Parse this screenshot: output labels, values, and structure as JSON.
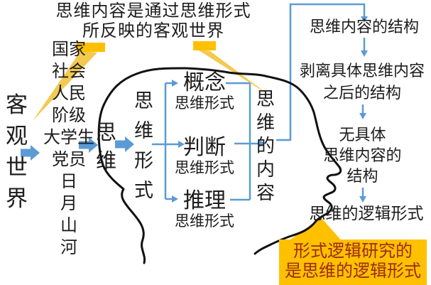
{
  "colors": {
    "line_blue": "#5B9BD5",
    "accent_yellow": "#FFC000",
    "callout_text_red": "#9B2B0E",
    "outline_black": "#111111",
    "text_black": "#1c1c1c"
  },
  "top_caption": "思维内容是通过思维形式\n所反映的客观世界",
  "left_column": {
    "objective_world": "客观世界",
    "examples": "国家\n社会\n人民\n阶级\n大学生\n党员\n日\n月\n山\n河"
  },
  "head_labels": {
    "thinking": "思维",
    "thinking_form": "思维形式"
  },
  "thought_forms": [
    {
      "label": "概念",
      "sublabel": "思维形式"
    },
    {
      "label": "判断",
      "sublabel": "思维形式"
    },
    {
      "label": "推理",
      "sublabel": "思维形式"
    }
  ],
  "thinking_content": "思维的内容",
  "structure_steps": [
    "思维内容的结构",
    "剥离具体思维内容\n之后的结构",
    "无具体\n思维内容的\n结构",
    "思维的逻辑形式"
  ],
  "bottom_callout": "形式逻辑研究的\n是思维的逻辑形式"
}
